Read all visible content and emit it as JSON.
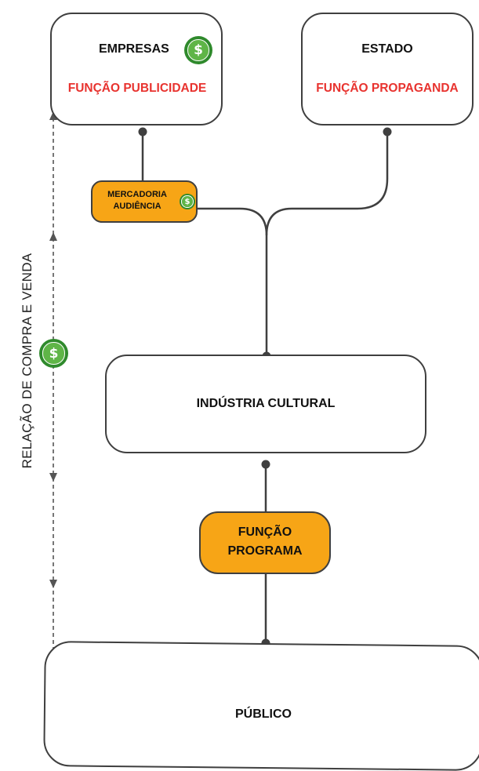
{
  "nodes": {
    "empresas": {
      "title": "EMPRESAS",
      "subtitle": "FUNÇÃO PUBLICIDADE"
    },
    "estado": {
      "title": "ESTADO",
      "subtitle": "FUNÇÃO PROPAGANDA"
    },
    "mercadoria": {
      "line1": "MERCADORIA",
      "line2": "AUDIÊNCIA"
    },
    "industria": {
      "title": "INDÚSTRIA CULTURAL"
    },
    "funcao_programa": {
      "line1": "FUNÇÃO",
      "line2": "PROGRAMA"
    },
    "publico": {
      "title": "PÚBLICO"
    }
  },
  "side_label": "RELAÇÃO DE COMPRA E VENDA",
  "icons": {
    "dollar": "dollar-coin-icon",
    "symbol": "$"
  },
  "colors": {
    "accent_red": "#e8332f",
    "accent_orange": "#f7a516",
    "coin_green": "#5fb547"
  }
}
